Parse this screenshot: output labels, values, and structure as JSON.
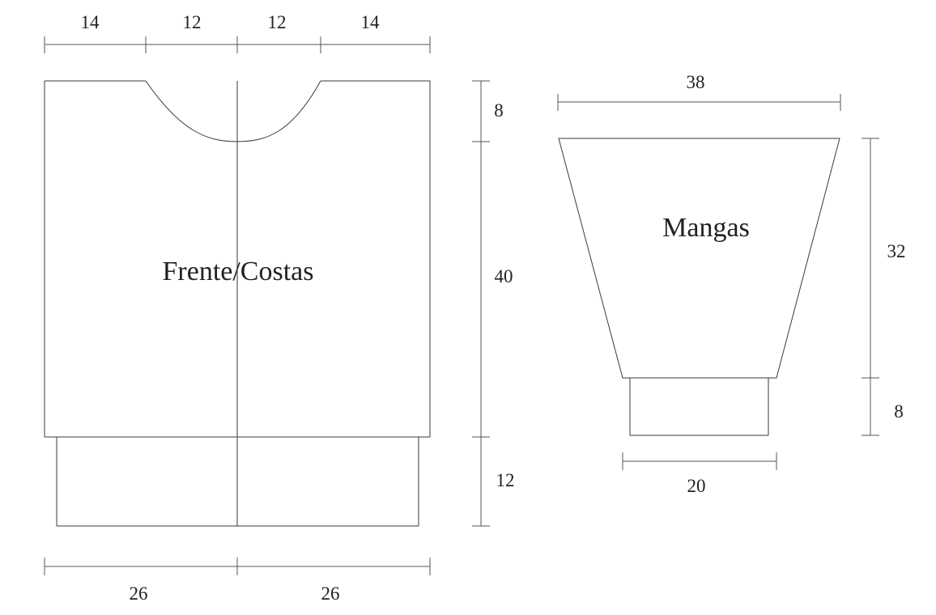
{
  "body_panel": {
    "title": "Frente/Costas",
    "top_widths": [
      "14",
      "12",
      "12",
      "14"
    ],
    "neck_depth": "8",
    "body_length": "40",
    "rib_length": "12",
    "bottom_widths": [
      "26",
      "26"
    ]
  },
  "sleeve_panel": {
    "title": "Mangas",
    "top_width": "38",
    "length": "32",
    "cuff_length": "8",
    "cuff_width": "20"
  }
}
